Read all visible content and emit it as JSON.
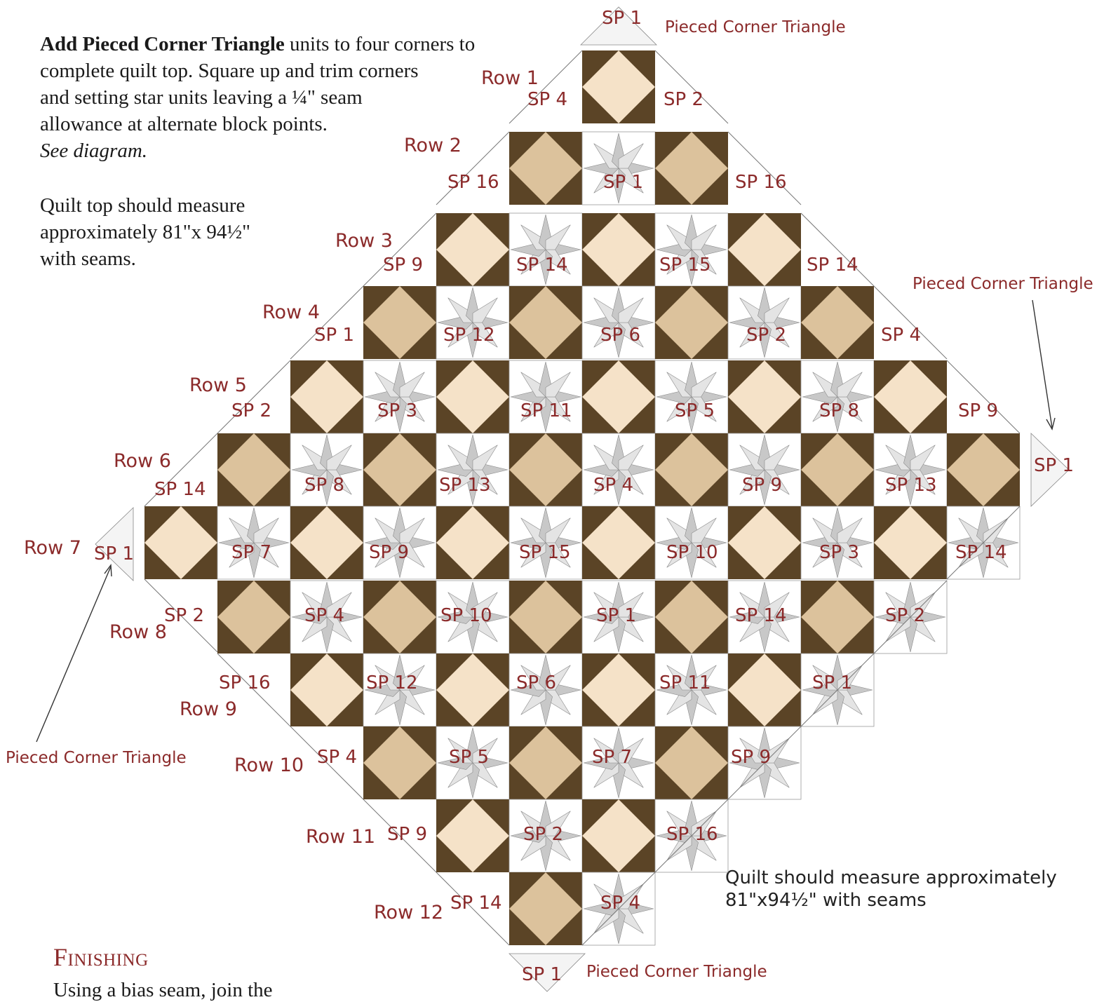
{
  "instructions": {
    "bold_lead": "Add Pieced Corner Triangle",
    "line1_rest": " units to four corners to",
    "line2": "complete quilt top. Square up and trim corners",
    "line3": "and setting star units leaving a ¼\" seam",
    "line4": "allowance at alternate block points.",
    "line5": "See diagram."
  },
  "measure_note": {
    "line1": "Quilt top should measure",
    "line2": "approximately 81\"x 94½\"",
    "line3": "with seams."
  },
  "finishing": {
    "heading": "Finishing",
    "text": "Using a bias seam, join the"
  },
  "quilt_note": {
    "line1": "Quilt should measure approximately",
    "line2": "81\"x94½\" with seams"
  },
  "callouts": {
    "top": "Pieced Corner Triangle",
    "right": "Pieced Corner Triangle",
    "left": "Pieced Corner Triangle",
    "bottom": "Pieced Corner Triangle"
  },
  "colors": {
    "dark_brown": "#5b4426",
    "light_tan": "#f5e2c8",
    "mid_tan": "#dcc29c",
    "star_gray": "#c8c8c8",
    "label_red": "#8b2a2a"
  },
  "rows": [
    {
      "label": "Row 1",
      "sp": [
        "SP 4",
        "SP 2"
      ]
    },
    {
      "label": "Row 2",
      "sp": [
        "SP 16",
        "SP 1",
        "SP 16"
      ]
    },
    {
      "label": "Row 3",
      "sp": [
        "SP 9",
        "SP 14",
        "SP 15",
        "SP 14"
      ]
    },
    {
      "label": "Row 4",
      "sp": [
        "SP 1",
        "SP 12",
        "SP 6",
        "SP 2",
        "SP 4"
      ]
    },
    {
      "label": "Row 5",
      "sp": [
        "SP 2",
        "SP 3",
        "SP 11",
        "SP 5",
        "SP 8",
        "SP 9"
      ]
    },
    {
      "label": "Row 6",
      "sp": [
        "SP 14",
        "SP 8",
        "SP 13",
        "SP 4",
        "SP 9",
        "SP 13"
      ]
    },
    {
      "label": "Row 7",
      "sp": [
        "SP 7",
        "SP 9",
        "SP 15",
        "SP 10",
        "SP 3",
        "SP 14"
      ]
    },
    {
      "label": "Row 8",
      "sp": [
        "SP 2",
        "SP 4",
        "SP 10",
        "SP 1",
        "SP 14",
        "SP 2"
      ]
    },
    {
      "label": "Row 9",
      "sp": [
        "SP 16",
        "SP 12",
        "SP 6",
        "SP 11",
        "SP 1"
      ]
    },
    {
      "label": "Row 10",
      "sp": [
        "SP 4",
        "SP 5",
        "SP 7",
        "SP 9"
      ]
    },
    {
      "label": "Row 11",
      "sp": [
        "SP 9",
        "SP 2",
        "SP 16"
      ]
    },
    {
      "label": "Row 12",
      "sp": [
        "SP 14",
        "SP 4"
      ]
    }
  ],
  "corner_units": {
    "top": "SP 1",
    "right": "SP 1",
    "left": "SP 1",
    "bottom": "SP 1"
  }
}
